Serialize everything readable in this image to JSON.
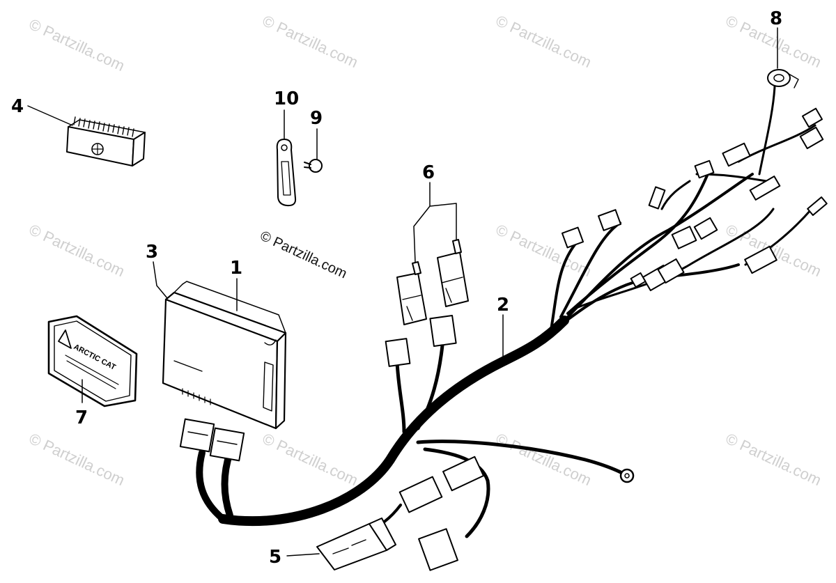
{
  "watermark": {
    "text": "© Partzilla.com",
    "center_text": "© Partzilla.com"
  },
  "callouts": [
    {
      "id": "1",
      "label": "1"
    },
    {
      "id": "2",
      "label": "2"
    },
    {
      "id": "3",
      "label": "3"
    },
    {
      "id": "4",
      "label": "4"
    },
    {
      "id": "5",
      "label": "5"
    },
    {
      "id": "6",
      "label": "6"
    },
    {
      "id": "7",
      "label": "7"
    },
    {
      "id": "8",
      "label": "8"
    },
    {
      "id": "9",
      "label": "9"
    },
    {
      "id": "10",
      "label": "10"
    }
  ],
  "decal": {
    "brand_text": "ARCTIC CAT"
  }
}
